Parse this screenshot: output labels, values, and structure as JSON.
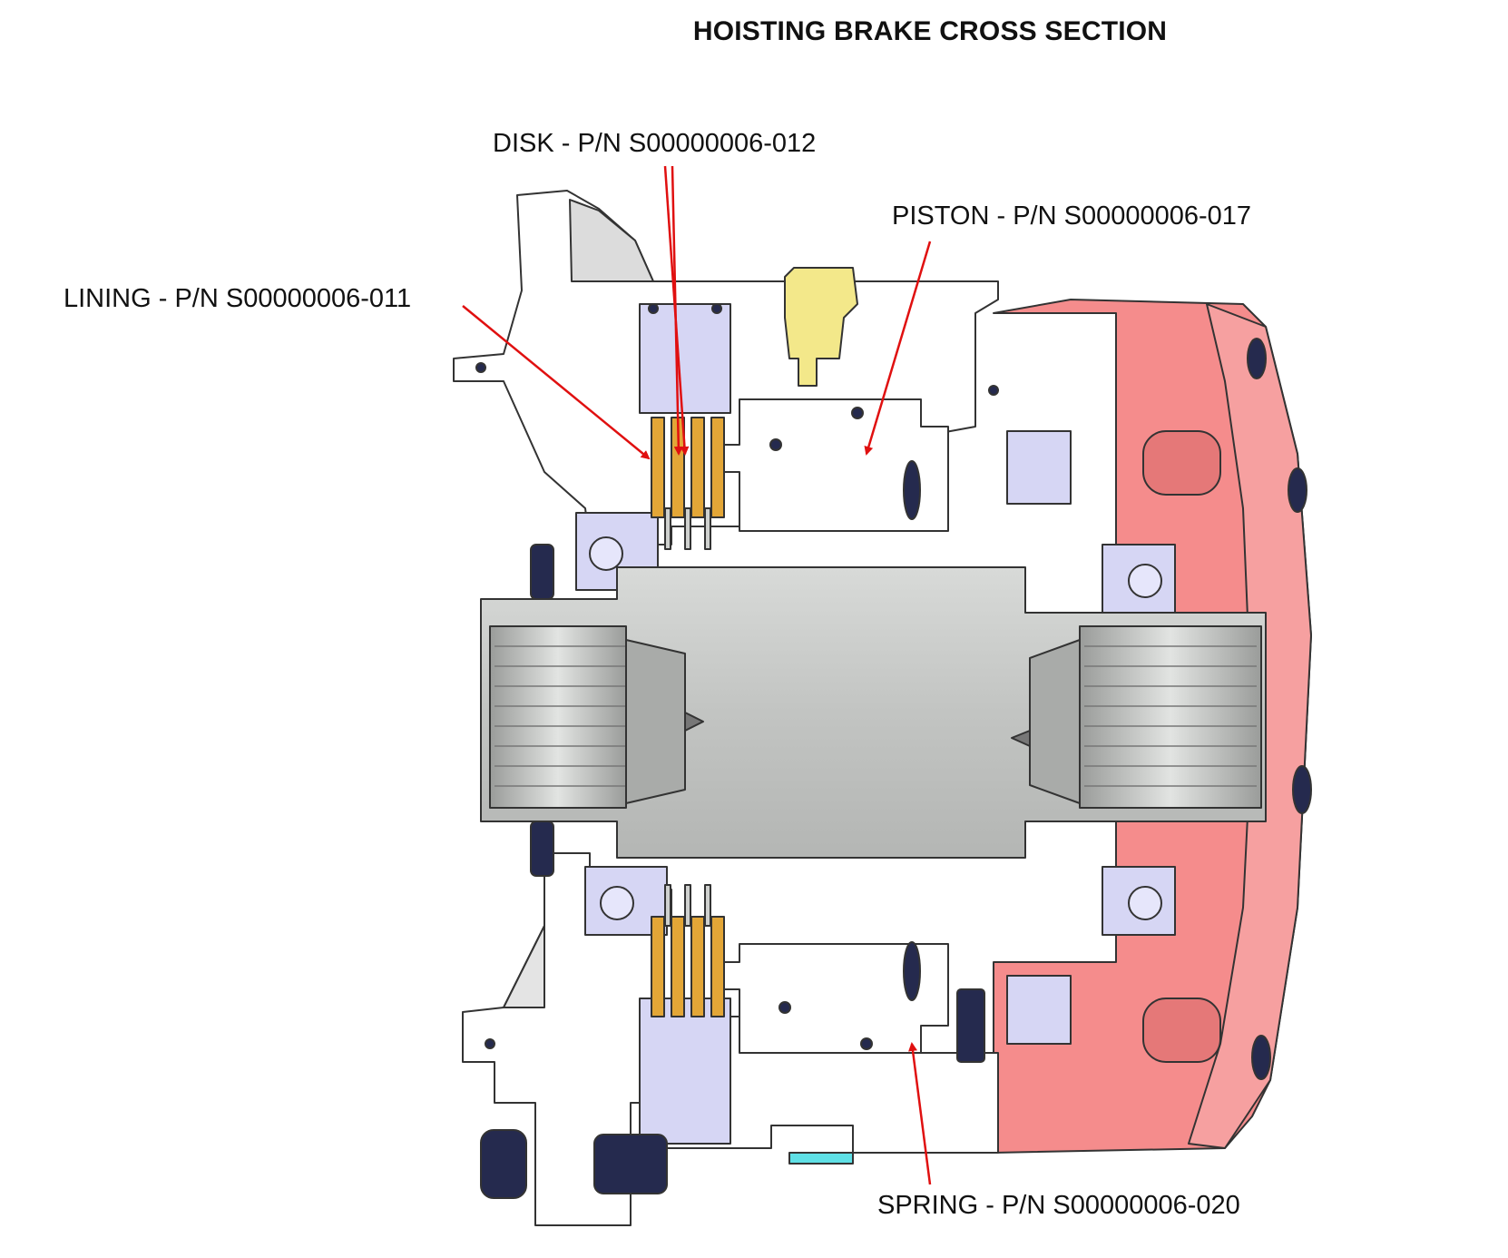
{
  "title": "HOISTING BRAKE CROSS SECTION",
  "callouts": {
    "disk": "DISK - P/N S00000006-012",
    "piston": "PISTON - P/N S00000006-017",
    "lining": "LINING - P/N S00000006-011",
    "spring": "SPRING - P/N S00000006-020"
  },
  "colors": {
    "housing": "#ffffff",
    "shaft": "#c9cbc9",
    "bearing": "#d6d6f4",
    "lining": "#e3a637",
    "flange": "#f58c8c",
    "seal": "#252a4e",
    "fitting": "#f3e88a",
    "arrow": "#e01010"
  }
}
